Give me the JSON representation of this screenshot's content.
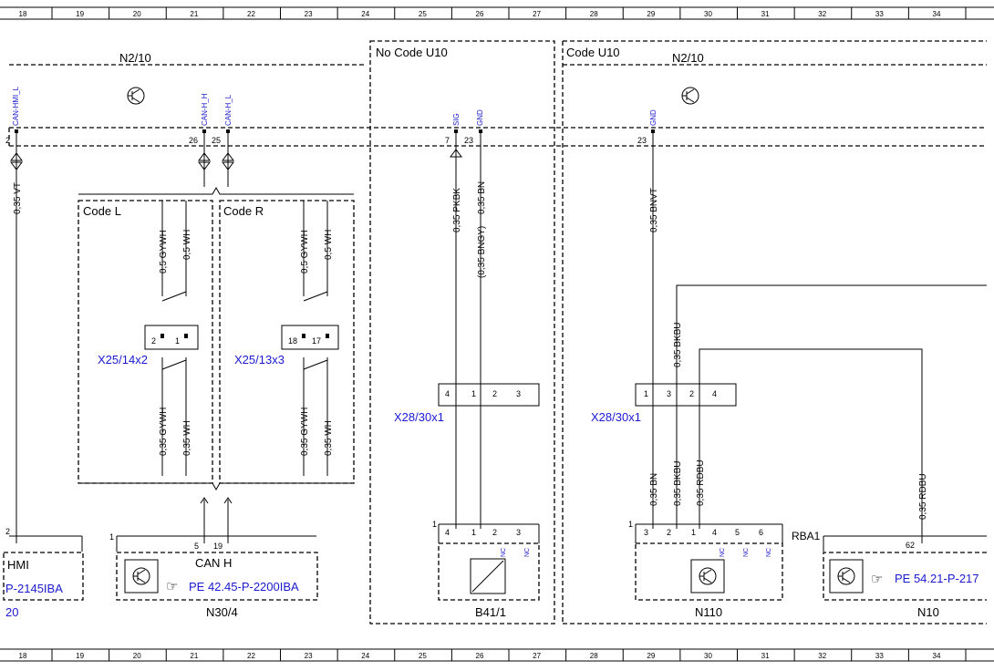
{
  "grid": {
    "columns": [
      "18",
      "19",
      "20",
      "21",
      "22",
      "23",
      "24",
      "25",
      "26",
      "27",
      "28",
      "29",
      "30",
      "31",
      "32",
      "33",
      "34"
    ]
  },
  "sections": {
    "no_code": "No  Code U10",
    "code": "Code U10",
    "module_left": "N2/10",
    "module_right": "N2/10",
    "code_l": "Code L",
    "code_r": "Code R"
  },
  "bus_pins": {
    "can_hmi_l": "CAN-HMI_L",
    "can_h_h": "CAN-H_H",
    "can_h_l": "CAN-H_L",
    "sig": "SIG",
    "gnd_a": "GND",
    "gnd_b": "GND",
    "pin_2": "2",
    "pin_26": "26",
    "pin_25": "25",
    "pin_7": "7",
    "pin_23a": "23",
    "pin_23b": "23"
  },
  "wires": {
    "w_vt": "0,35 VT",
    "w_gywh_l1": "0,5 GYWH",
    "w_wh_l1": "0,5 WH",
    "w_gywh_l2": "0,35 GYWH",
    "w_wh_l2": "0,35 WH",
    "w_gywh_r1": "0,5 GYWH",
    "w_wh_r1": "0,5 WH",
    "w_gywh_r2": "0,35 GYWH",
    "w_wh_r2": "0,35 WH",
    "w_pkbk": "0,35 PKBK",
    "w_bn": "0,35 BN",
    "w_bngy": "(0,35 BNGY)",
    "w_bnvt": "0,35 BNVT",
    "w_bkbu_top": "0,35 BKBU",
    "w_bn_low": "0,35 BN",
    "w_bkbu_low": "0,35 BKBU",
    "w_rdbu_low": "0,35 RDBU",
    "w_rdbu_right": "0,35 RDBU"
  },
  "connectors": {
    "x25_14": {
      "label": "X25/14x2",
      "pins": [
        "2",
        "1"
      ]
    },
    "x25_13": {
      "label": "X25/13x3",
      "pins": [
        "18",
        "17"
      ]
    },
    "x28_a": {
      "label": "X28/30x1",
      "pins": [
        "4",
        "1",
        "2",
        "3"
      ]
    },
    "x28_b": {
      "label": "X28/30x1",
      "pins": [
        "1",
        "3",
        "2",
        "4"
      ]
    }
  },
  "components": {
    "hmi": {
      "label": "HMI",
      "ref": "P-2145IBA",
      "num": "20",
      "pin": "2"
    },
    "n30": {
      "name": "N30/4",
      "pin_labels": [
        "5",
        "19"
      ],
      "can": "CAN H",
      "ref": "PE 42.45-P-2200IBA",
      "marker": "1"
    },
    "b41": {
      "name": "B41/1",
      "pins": [
        "4",
        "1",
        "2",
        "3"
      ],
      "nc": [
        "NC",
        "NC"
      ],
      "marker": "1"
    },
    "n110": {
      "name": "N110",
      "pins": [
        "3",
        "2",
        "1",
        "4",
        "5",
        "6"
      ],
      "nc": [
        "NC",
        "NC",
        "NC"
      ],
      "marker": "1"
    },
    "n10": {
      "name": "N10",
      "rba": "RBA1",
      "pin": "62",
      "ref": "PE 54.21-P-217"
    }
  }
}
